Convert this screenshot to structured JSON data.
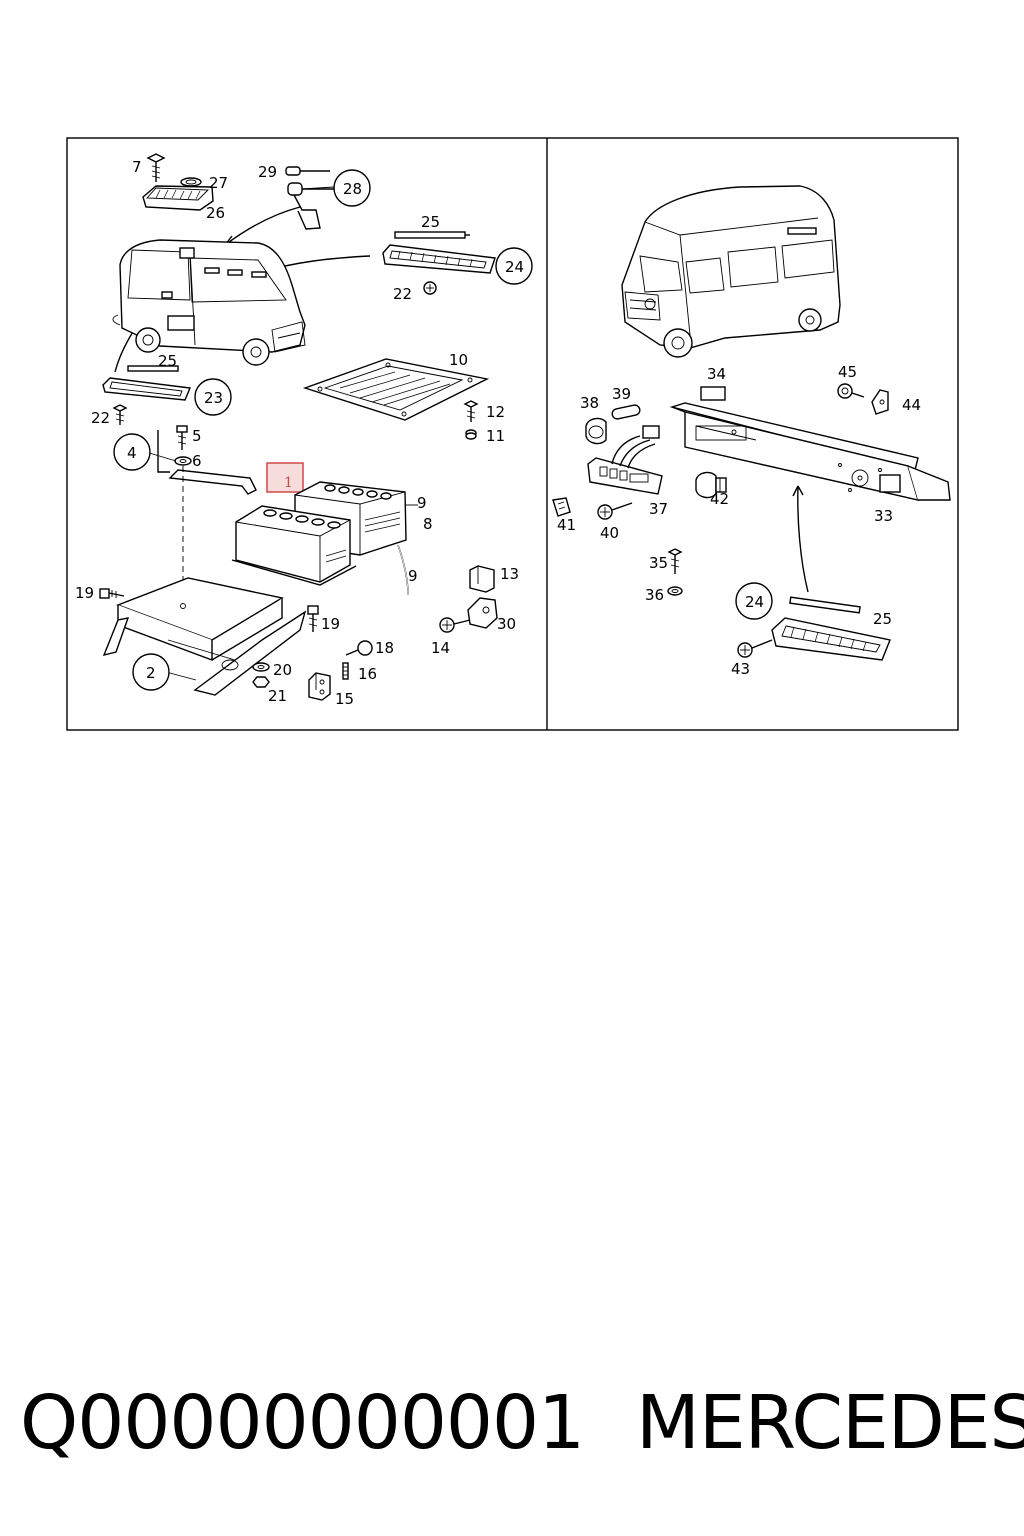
{
  "diagram": {
    "left_panel_callouts": [
      "7",
      "27",
      "26",
      "29",
      "28",
      "25",
      "24",
      "22",
      "10",
      "25",
      "23",
      "22",
      "12",
      "11",
      "5",
      "4",
      "6",
      "1",
      "9",
      "8",
      "9",
      "13",
      "19",
      "19",
      "30",
      "14",
      "18",
      "2",
      "20",
      "16",
      "21",
      "15"
    ],
    "right_panel_callouts": [
      "34",
      "45",
      "44",
      "38",
      "39",
      "41",
      "40",
      "37",
      "42",
      "33",
      "35",
      "36",
      "24",
      "25",
      "43"
    ],
    "circled_callouts": [
      "28",
      "24",
      "23",
      "4",
      "2",
      "24"
    ],
    "highlighted_callout": "1",
    "highlight_color": "#c0504d"
  },
  "caption": {
    "part_number": "Q00000000001",
    "brand": "MERCEDES"
  }
}
